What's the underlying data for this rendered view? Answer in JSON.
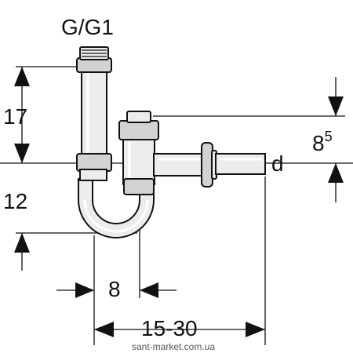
{
  "labels": {
    "thread": "G/G1",
    "height_upper": "17",
    "height_lower": "12",
    "outlet_height_base": "8",
    "outlet_height_sup": "5",
    "outlet_diameter": "d",
    "inlet_offset": "8",
    "horizontal_range": "15-30",
    "watermark": "sant-market.com.ua"
  },
  "colors": {
    "line": "#111111",
    "pipe_fill": "#ececec",
    "pipe_shade": "#d2d2d2",
    "background": "#ffffff"
  }
}
